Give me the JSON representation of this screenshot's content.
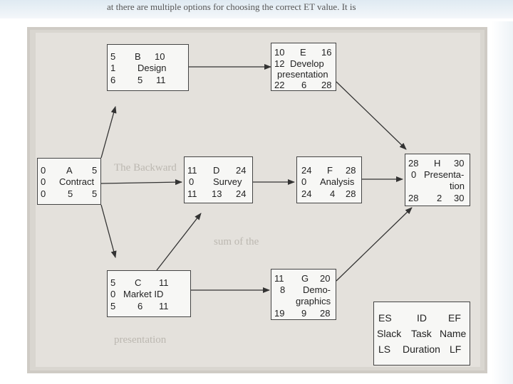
{
  "slide": {
    "bleed_text": "at there are multiple options for choosing the correct ET value. It is"
  },
  "nodes": {
    "a": {
      "es": "0",
      "id": "A",
      "ef": "5",
      "slack": "0",
      "name": "Contract",
      "ls": "0",
      "dur": "5",
      "lf": "5"
    },
    "b": {
      "es": "5",
      "id": "B",
      "ef": "10",
      "slack": "1",
      "name": "Design",
      "ls": "6",
      "dur": "5",
      "lf": "11"
    },
    "c": {
      "es": "5",
      "id": "C",
      "ef": "11",
      "slack": "0",
      "name": "Market ID",
      "ls": "5",
      "dur": "6",
      "lf": "11"
    },
    "d": {
      "es": "11",
      "id": "D",
      "ef": "24",
      "slack": "0",
      "name": "Survey",
      "ls": "11",
      "dur": "13",
      "lf": "24"
    },
    "e": {
      "es": "10",
      "id": "E",
      "ef": "16",
      "slack": "12",
      "name1": "Develop",
      "name2": "presentation",
      "ls": "22",
      "dur": "6",
      "lf": "28"
    },
    "f": {
      "es": "24",
      "id": "F",
      "ef": "28",
      "slack": "0",
      "name": "Analysis",
      "ls": "24",
      "dur": "4",
      "lf": "28"
    },
    "g": {
      "es": "11",
      "id": "G",
      "ef": "20",
      "slack": "8",
      "name1": "Demo-",
      "name2": "graphics",
      "ls": "19",
      "dur": "9",
      "lf": "28"
    },
    "h": {
      "es": "28",
      "id": "H",
      "ef": "30",
      "slack": "0",
      "name1": "Presenta-",
      "name2": "tion",
      "ls": "28",
      "dur": "2",
      "lf": "30"
    }
  },
  "legend": {
    "es": "ES",
    "id": "ID",
    "ef": "EF",
    "slack": "Slack",
    "task": "Task",
    "name": "Name",
    "ls": "LS",
    "duration": "Duration",
    "lf": "LF"
  },
  "colors": {
    "background": "#ffffff",
    "page": "#d9d6d0",
    "box": "#f7f7f5",
    "ink": "#222222"
  }
}
